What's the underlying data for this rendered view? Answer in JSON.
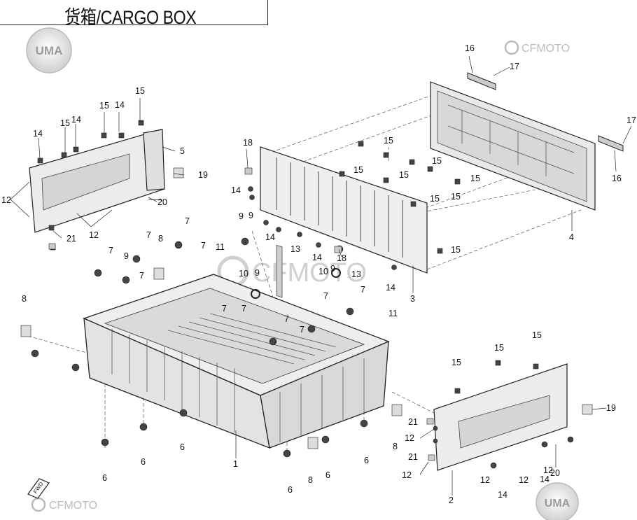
{
  "title": "货箱/CARGO BOX",
  "watermarks": {
    "cfmoto": "CFMOTO",
    "uma": "UMA",
    "fwd": "FWD"
  },
  "callouts": [
    {
      "id": "c1",
      "label": "1"
    },
    {
      "id": "c2",
      "label": "2"
    },
    {
      "id": "c3",
      "label": "3"
    },
    {
      "id": "c4",
      "label": "4"
    },
    {
      "id": "c5",
      "label": "5"
    },
    {
      "id": "c6a",
      "label": "6"
    },
    {
      "id": "c6b",
      "label": "6"
    },
    {
      "id": "c6c",
      "label": "6"
    },
    {
      "id": "c6d",
      "label": "6"
    },
    {
      "id": "c6e",
      "label": "6"
    },
    {
      "id": "c6f",
      "label": "6"
    },
    {
      "id": "c7a",
      "label": "7"
    },
    {
      "id": "c7b",
      "label": "7"
    },
    {
      "id": "c7c",
      "label": "7"
    },
    {
      "id": "c7d",
      "label": "7"
    },
    {
      "id": "c7e",
      "label": "7"
    },
    {
      "id": "c7f",
      "label": "7"
    },
    {
      "id": "c7g",
      "label": "7"
    },
    {
      "id": "c7h",
      "label": "7"
    },
    {
      "id": "c7i",
      "label": "7"
    },
    {
      "id": "c7j",
      "label": "7"
    },
    {
      "id": "c7k",
      "label": "7"
    },
    {
      "id": "c8a",
      "label": "8"
    },
    {
      "id": "c8b",
      "label": "8"
    },
    {
      "id": "c8c",
      "label": "8"
    },
    {
      "id": "c8d",
      "label": "8"
    },
    {
      "id": "c9a",
      "label": "9"
    },
    {
      "id": "c9b",
      "label": "9"
    },
    {
      "id": "c9c",
      "label": "9"
    },
    {
      "id": "c9d",
      "label": "9"
    },
    {
      "id": "c9e",
      "label": "9"
    },
    {
      "id": "c10a",
      "label": "10"
    },
    {
      "id": "c10b",
      "label": "10"
    },
    {
      "id": "c11a",
      "label": "11"
    },
    {
      "id": "c11b",
      "label": "11"
    },
    {
      "id": "c12a",
      "label": "12"
    },
    {
      "id": "c12b",
      "label": "12"
    },
    {
      "id": "c12c",
      "label": "12"
    },
    {
      "id": "c12d",
      "label": "12"
    },
    {
      "id": "c12e",
      "label": "12"
    },
    {
      "id": "c12f",
      "label": "12"
    },
    {
      "id": "c12g",
      "label": "12"
    },
    {
      "id": "c13a",
      "label": "13"
    },
    {
      "id": "c13b",
      "label": "13"
    },
    {
      "id": "c14a",
      "label": "14"
    },
    {
      "id": "c14b",
      "label": "14"
    },
    {
      "id": "c14c",
      "label": "14"
    },
    {
      "id": "c14d",
      "label": "14"
    },
    {
      "id": "c14e",
      "label": "14"
    },
    {
      "id": "c14f",
      "label": "14"
    },
    {
      "id": "c14g",
      "label": "14"
    },
    {
      "id": "c14h",
      "label": "14"
    },
    {
      "id": "c14i",
      "label": "14"
    },
    {
      "id": "c15a",
      "label": "15"
    },
    {
      "id": "c15b",
      "label": "15"
    },
    {
      "id": "c15c",
      "label": "15"
    },
    {
      "id": "c15d",
      "label": "15"
    },
    {
      "id": "c15e",
      "label": "15"
    },
    {
      "id": "c15f",
      "label": "15"
    },
    {
      "id": "c15g",
      "label": "15"
    },
    {
      "id": "c15h",
      "label": "15"
    },
    {
      "id": "c15i",
      "label": "15"
    },
    {
      "id": "c15j",
      "label": "15"
    },
    {
      "id": "c15k",
      "label": "15"
    },
    {
      "id": "c15l",
      "label": "15"
    },
    {
      "id": "c15m",
      "label": "15"
    },
    {
      "id": "c15n",
      "label": "15"
    },
    {
      "id": "c15o",
      "label": "15"
    },
    {
      "id": "c16a",
      "label": "16"
    },
    {
      "id": "c16b",
      "label": "16"
    },
    {
      "id": "c17a",
      "label": "17"
    },
    {
      "id": "c17b",
      "label": "17"
    },
    {
      "id": "c18a",
      "label": "18"
    },
    {
      "id": "c18b",
      "label": "18"
    },
    {
      "id": "c19a",
      "label": "19"
    },
    {
      "id": "c19b",
      "label": "19"
    },
    {
      "id": "c20a",
      "label": "20"
    },
    {
      "id": "c20b",
      "label": "20"
    },
    {
      "id": "c21a",
      "label": "21"
    },
    {
      "id": "c21b",
      "label": "21"
    },
    {
      "id": "c21c",
      "label": "21"
    }
  ]
}
